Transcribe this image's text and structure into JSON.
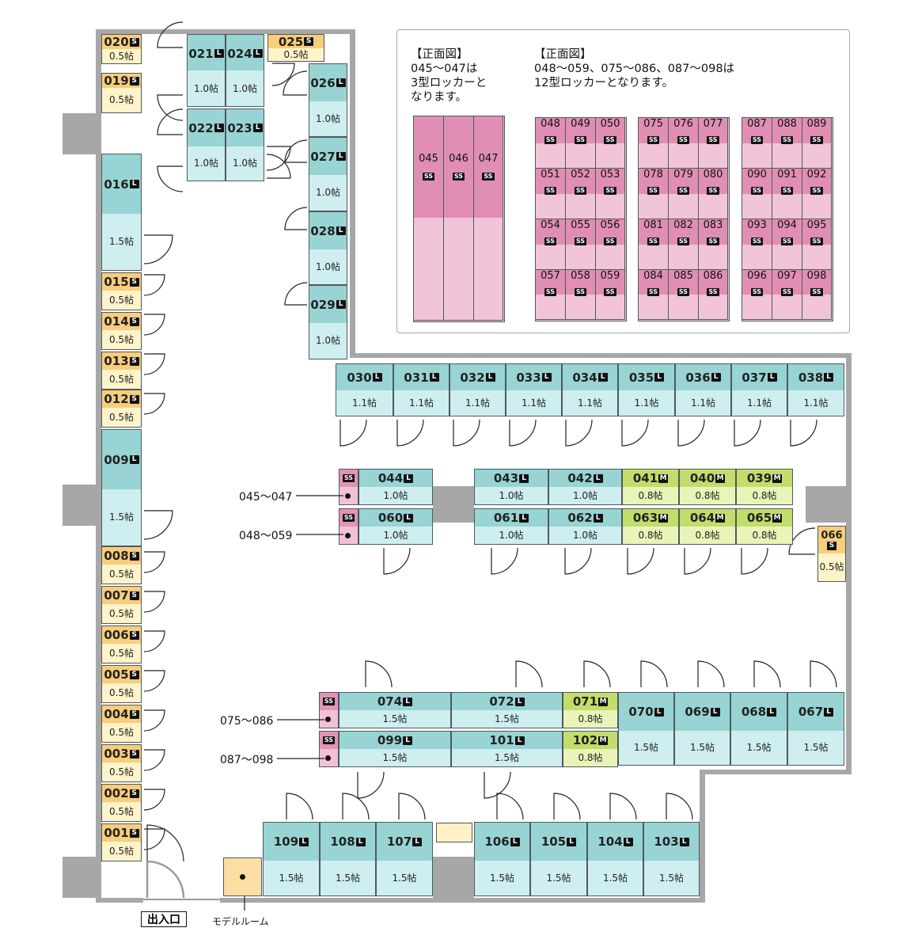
{
  "size_labels": {
    "half": "0.5帖",
    "one": "1.0帖",
    "one_one": "1.1帖",
    "one_half": "1.5帖",
    "point_eight": "0.8帖"
  },
  "type_badges": {
    "s": "S",
    "l": "L",
    "m": "M",
    "ss": "SS"
  },
  "units": [
    {
      "id": "020",
      "type": "s",
      "size": "0.5帖"
    },
    {
      "id": "019",
      "type": "s",
      "size": "0.5帖"
    },
    {
      "id": "021",
      "type": "l",
      "size": "1.0帖"
    },
    {
      "id": "024",
      "type": "l",
      "size": "1.0帖"
    },
    {
      "id": "025",
      "type": "s",
      "size": "0.5帖"
    },
    {
      "id": "026",
      "type": "l",
      "size": "1.0帖"
    },
    {
      "id": "022",
      "type": "l",
      "size": "1.0帖"
    },
    {
      "id": "023",
      "type": "l",
      "size": "1.0帖"
    },
    {
      "id": "027",
      "type": "l",
      "size": "1.0帖"
    },
    {
      "id": "028",
      "type": "l",
      "size": "1.0帖"
    },
    {
      "id": "029",
      "type": "l",
      "size": "1.0帖"
    },
    {
      "id": "016",
      "type": "l",
      "size": "1.5帖"
    },
    {
      "id": "015",
      "type": "s",
      "size": "0.5帖"
    },
    {
      "id": "014",
      "type": "s",
      "size": "0.5帖"
    },
    {
      "id": "013",
      "type": "s",
      "size": "0.5帖"
    },
    {
      "id": "012",
      "type": "s",
      "size": "0.5帖"
    },
    {
      "id": "009",
      "type": "l",
      "size": "1.5帖"
    },
    {
      "id": "008",
      "type": "s",
      "size": "0.5帖"
    },
    {
      "id": "007",
      "type": "s",
      "size": "0.5帖"
    },
    {
      "id": "006",
      "type": "s",
      "size": "0.5帖"
    },
    {
      "id": "005",
      "type": "s",
      "size": "0.5帖"
    },
    {
      "id": "004",
      "type": "s",
      "size": "0.5帖"
    },
    {
      "id": "003",
      "type": "s",
      "size": "0.5帖"
    },
    {
      "id": "002",
      "type": "s",
      "size": "0.5帖"
    },
    {
      "id": "001",
      "type": "s",
      "size": "0.5帖"
    },
    {
      "id": "030",
      "type": "l",
      "size": "1.1帖"
    },
    {
      "id": "031",
      "type": "l",
      "size": "1.1帖"
    },
    {
      "id": "032",
      "type": "l",
      "size": "1.1帖"
    },
    {
      "id": "033",
      "type": "l",
      "size": "1.1帖"
    },
    {
      "id": "034",
      "type": "l",
      "size": "1.1帖"
    },
    {
      "id": "035",
      "type": "l",
      "size": "1.1帖"
    },
    {
      "id": "036",
      "type": "l",
      "size": "1.1帖"
    },
    {
      "id": "037",
      "type": "l",
      "size": "1.1帖"
    },
    {
      "id": "038",
      "type": "l",
      "size": "1.1帖"
    },
    {
      "id": "044",
      "type": "l",
      "size": "1.0帖"
    },
    {
      "id": "060",
      "type": "l",
      "size": "1.0帖"
    },
    {
      "id": "043",
      "type": "l",
      "size": "1.0帖"
    },
    {
      "id": "042",
      "type": "l",
      "size": "1.0帖"
    },
    {
      "id": "041",
      "type": "m",
      "size": "0.8帖"
    },
    {
      "id": "040",
      "type": "m",
      "size": "0.8帖"
    },
    {
      "id": "039",
      "type": "m",
      "size": "0.8帖"
    },
    {
      "id": "061",
      "type": "l",
      "size": "1.0帖"
    },
    {
      "id": "062",
      "type": "l",
      "size": "1.0帖"
    },
    {
      "id": "063",
      "type": "m",
      "size": "0.8帖"
    },
    {
      "id": "064",
      "type": "m",
      "size": "0.8帖"
    },
    {
      "id": "065",
      "type": "m",
      "size": "0.8帖"
    },
    {
      "id": "066",
      "type": "s",
      "size": "0.5帖"
    },
    {
      "id": "074",
      "type": "l",
      "size": "1.5帖"
    },
    {
      "id": "072",
      "type": "l",
      "size": "1.5帖"
    },
    {
      "id": "071",
      "type": "m",
      "size": "0.8帖"
    },
    {
      "id": "099",
      "type": "l",
      "size": "1.5帖"
    },
    {
      "id": "101",
      "type": "l",
      "size": "1.5帖"
    },
    {
      "id": "102",
      "type": "m",
      "size": "0.8帖"
    },
    {
      "id": "070",
      "type": "l",
      "size": "1.5帖"
    },
    {
      "id": "069",
      "type": "l",
      "size": "1.5帖"
    },
    {
      "id": "068",
      "type": "l",
      "size": "1.5帖"
    },
    {
      "id": "067",
      "type": "l",
      "size": "1.5帖"
    },
    {
      "id": "109",
      "type": "l",
      "size": "1.5帖"
    },
    {
      "id": "108",
      "type": "l",
      "size": "1.5帖"
    },
    {
      "id": "107",
      "type": "l",
      "size": "1.5帖"
    },
    {
      "id": "106",
      "type": "l",
      "size": "1.5帖"
    },
    {
      "id": "105",
      "type": "l",
      "size": "1.5帖"
    },
    {
      "id": "104",
      "type": "l",
      "size": "1.5帖"
    },
    {
      "id": "103",
      "type": "l",
      "size": "1.5帖"
    }
  ],
  "ss_lockers": [
    {
      "label": "045～047",
      "badge": "SS"
    },
    {
      "label": "048～059",
      "badge": "SS"
    },
    {
      "label": "075～086",
      "badge": "SS"
    },
    {
      "label": "087～098",
      "badge": "SS"
    }
  ],
  "entrance_label": "出入口",
  "model_room_label": "モデルルーム",
  "front_view": {
    "left_text": "【正面図】\n045～047は\n3型ロッカーと\nなります。",
    "right_text": "【正面図】\n048～059、075～086、087～098は\n12型ロッカーとなります。",
    "three_type": [
      "045",
      "046",
      "047"
    ],
    "twelve_type_groups": [
      [
        "048",
        "049",
        "050",
        "051",
        "052",
        "053",
        "054",
        "055",
        "056",
        "057",
        "058",
        "059"
      ],
      [
        "075",
        "076",
        "077",
        "078",
        "079",
        "080",
        "081",
        "082",
        "083",
        "084",
        "085",
        "086"
      ],
      [
        "087",
        "088",
        "089",
        "090",
        "091",
        "092",
        "093",
        "094",
        "095",
        "096",
        "097",
        "098"
      ]
    ],
    "badge": "SS"
  }
}
